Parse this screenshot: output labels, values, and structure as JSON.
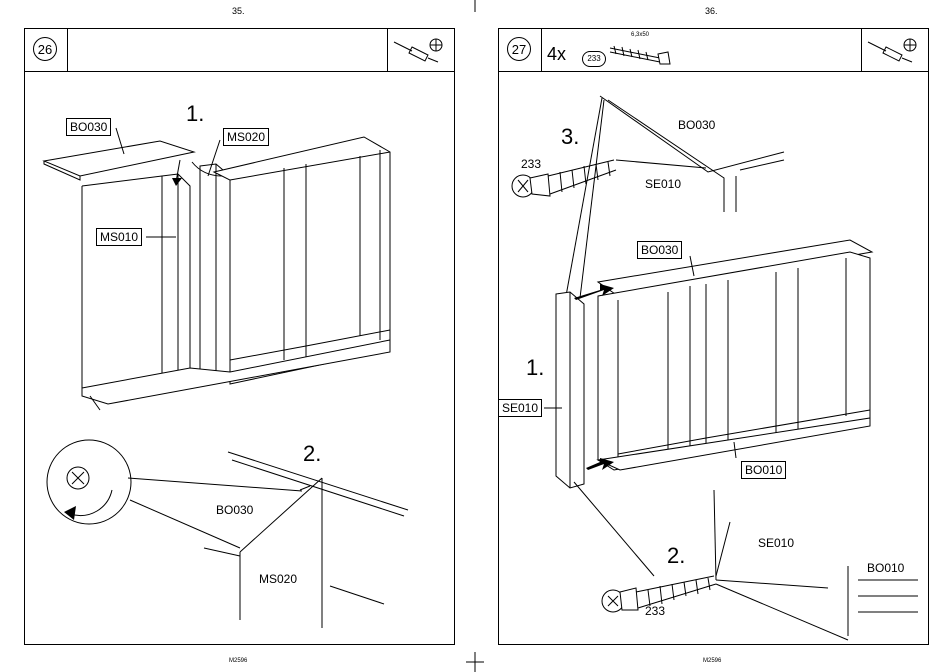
{
  "left_page": {
    "page_number": "35.",
    "step_number": "26",
    "footer": "M2596",
    "labels": {
      "bo030": "BO030",
      "ms020_top": "MS020",
      "ms010": "MS010",
      "bo030_detail": "BO030",
      "ms020_detail": "MS020"
    },
    "step_markers": {
      "first": "1.",
      "second": "2."
    },
    "tool_icons": [
      "screwdriver-icon",
      "phillips-head-icon"
    ]
  },
  "right_page": {
    "page_number": "36.",
    "step_number": "27",
    "footer": "M2596",
    "quantity": "4x",
    "part_badge": "233",
    "screw_size": "6,3x50",
    "labels": {
      "bo030_top": "BO030",
      "screw_233_top": "233",
      "se010_top": "SE010",
      "bo030_mid": "BO030",
      "se010_side": "SE010",
      "bo010_mid": "BO010",
      "se010_bottom": "SE010",
      "bo010_bottom": "BO010",
      "screw_233_bottom": "233"
    },
    "step_markers": {
      "first": "1.",
      "second": "2.",
      "third": "3."
    },
    "tool_icons": [
      "screwdriver-icon",
      "phillips-head-icon"
    ]
  }
}
